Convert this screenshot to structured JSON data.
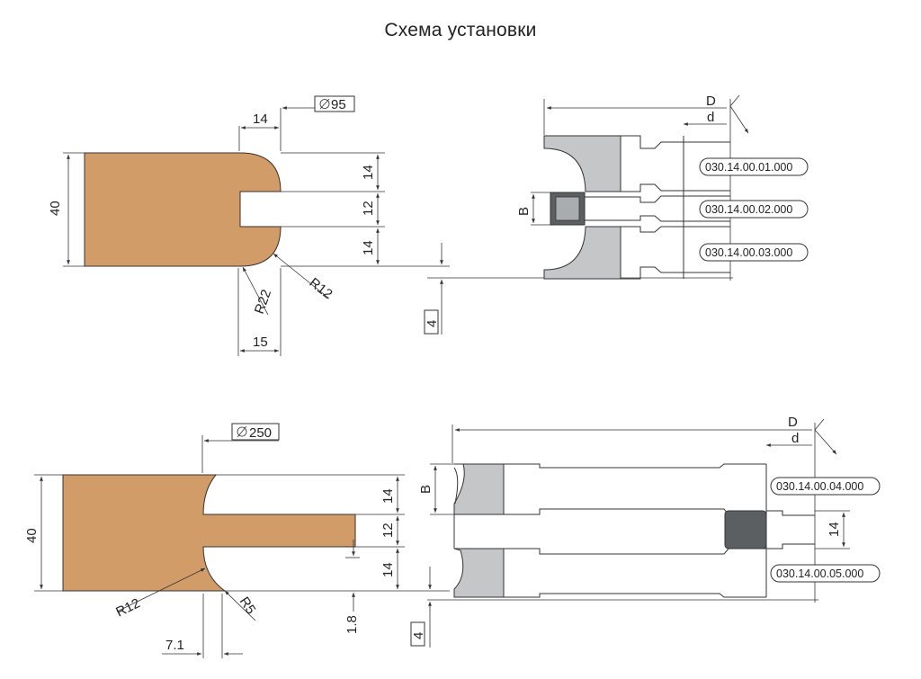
{
  "title": "Схема установки",
  "top": {
    "diameter": "95",
    "dims": {
      "width14": "14",
      "h40": "40",
      "h14a": "14",
      "h12": "12",
      "h14b": "14",
      "r22": "R22",
      "r12": "R12",
      "w15": "15",
      "offset4": "4"
    },
    "cutter": {
      "D": "D",
      "d": "d",
      "B": "B"
    },
    "parts": [
      "030.14.00.01.000",
      "030.14.00.02.000",
      "030.14.00.03.000"
    ]
  },
  "bottom": {
    "diameter": "250",
    "dims": {
      "h40": "40",
      "h14a": "14",
      "h12": "12",
      "h14b": "14",
      "r12": "R12",
      "r5": "R5",
      "w71": "7.1",
      "v18": "1.8",
      "offset4": "4",
      "h14c": "14"
    },
    "cutter": {
      "D": "D",
      "d": "d",
      "B": "B"
    },
    "parts": [
      "030.14.00.04.000",
      "030.14.00.05.000"
    ]
  }
}
